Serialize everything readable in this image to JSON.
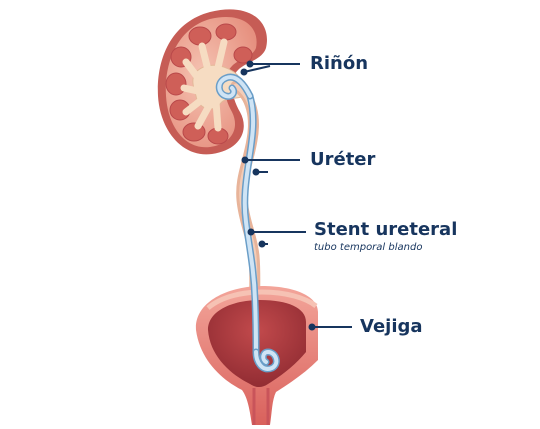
{
  "labels": {
    "kidney": "Riñón",
    "ureter": "Uréter",
    "stent": "Stent ureteral",
    "stent_note": "tubo temporal blando",
    "bladder": "Vejiga"
  },
  "colors": {
    "label_text": "#17355e",
    "leader_line": "#17355e",
    "kidney_outer": "#c65c55",
    "kidney_cortex": "#f2b7a8",
    "kidney_pyramid": "#cf5f58",
    "renal_pelvis": "#f6dcc2",
    "ureter_tissue": "#e8b49a",
    "stent_fill": "#cfe4f5",
    "stent_outline": "#6a9ec8",
    "bladder_wall": "#d9615c",
    "bladder_inner": "#a2343a"
  },
  "icons": {
    "kidney": "kidney-anatomy",
    "ureter": "ureter-tube",
    "stent": "double-j-stent",
    "bladder": "bladder-cutaway"
  }
}
